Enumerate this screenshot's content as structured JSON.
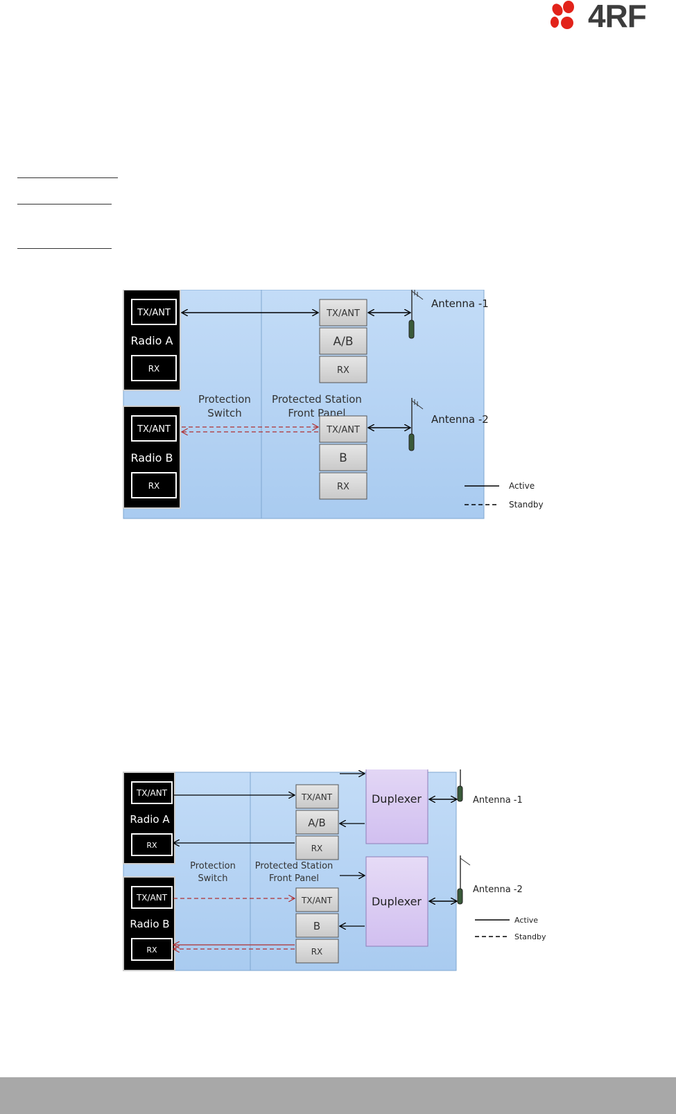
{
  "logo": {
    "text": "4RF",
    "petal_color": "#e2231a"
  },
  "diagram1": {
    "radio_a": {
      "name": "Radio A",
      "tx": "TX/ANT",
      "rx": "RX"
    },
    "radio_b": {
      "name": "Radio B",
      "tx": "TX/ANT",
      "rx": "RX"
    },
    "switch_label_1": "Protection",
    "switch_label_2": "Switch",
    "panel_label_1": "Protected Station",
    "panel_label_2": "Front Panel",
    "port_top": {
      "tx": "TX/ANT",
      "mid": "A/B",
      "rx": "RX"
    },
    "port_bottom": {
      "tx": "TX/ANT",
      "mid": "B",
      "rx": "RX"
    },
    "antenna_1": "Antenna -1",
    "antenna_2": "Antenna -2",
    "legend_active": "Active",
    "legend_standby": "Standby"
  },
  "diagram2": {
    "radio_a": {
      "name": "Radio A",
      "tx": "TX/ANT",
      "rx": "RX"
    },
    "radio_b": {
      "name": "Radio B",
      "tx": "TX/ANT",
      "rx": "RX"
    },
    "switch_label_1": "Protection",
    "switch_label_2": "Switch",
    "panel_label_1": "Protected Station",
    "panel_label_2": "Front Panel",
    "port_top": {
      "tx": "TX/ANT",
      "mid": "A/B",
      "rx": "RX"
    },
    "port_bottom": {
      "tx": "TX/ANT",
      "mid": "B",
      "rx": "RX"
    },
    "duplexer_1": "Duplexer",
    "duplexer_2": "Duplexer",
    "antenna_1": "Antenna -1",
    "antenna_2": "Antenna -2",
    "legend_active": "Active",
    "legend_standby": "Standby"
  },
  "colors": {
    "standby_line": "#b03030",
    "panel_blue": "#bcd6f4",
    "duplexer": "#dccdf2"
  }
}
